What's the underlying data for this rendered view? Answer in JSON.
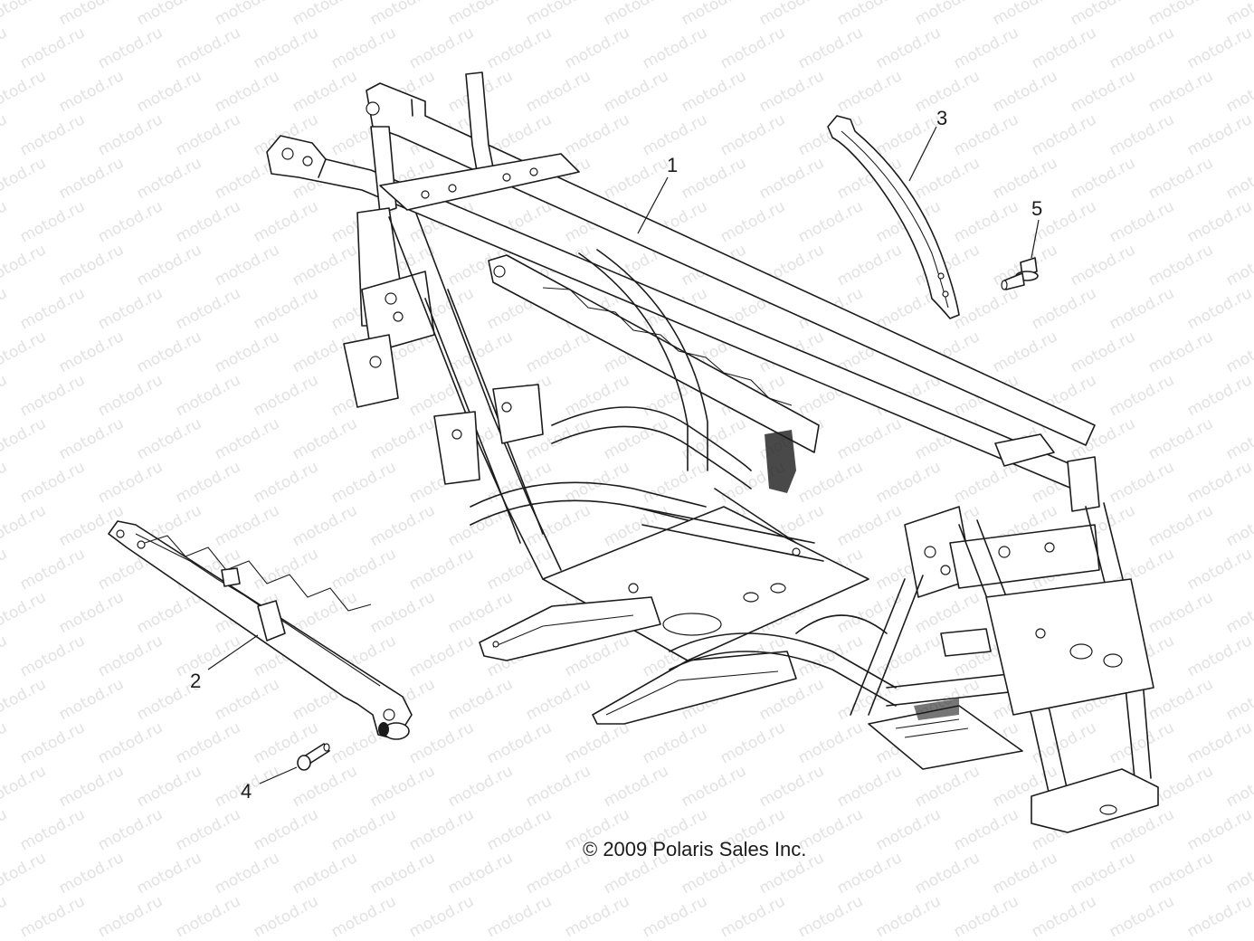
{
  "watermark": {
    "text": "motod.ru"
  },
  "callouts": [
    {
      "number": "1",
      "part": "main-frame"
    },
    {
      "number": "2",
      "part": "side-rail"
    },
    {
      "number": "3",
      "part": "curved-brace"
    },
    {
      "number": "4",
      "part": "pin-bolt"
    },
    {
      "number": "5",
      "part": "flange-bolt"
    }
  ],
  "copyright": "© 2009 Polaris Sales Inc."
}
